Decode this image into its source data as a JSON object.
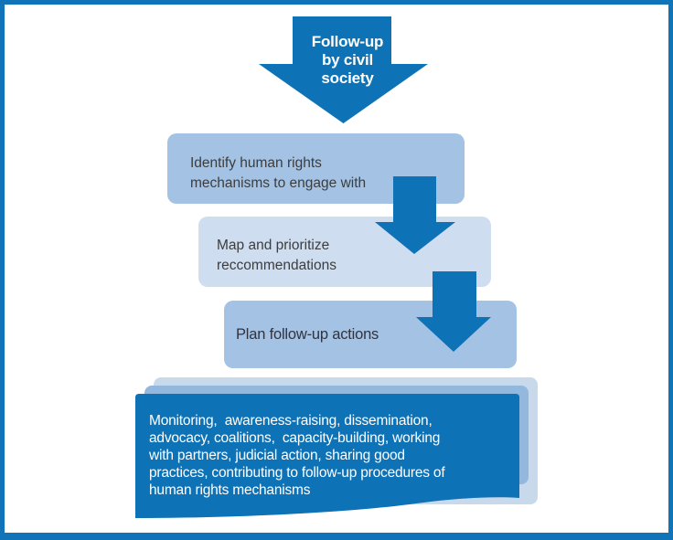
{
  "colors": {
    "frame_border": "#1173b8",
    "dark_blue": "#0e72b6",
    "medium_blue": "#a3c2e4",
    "pale_blue": "#cfddf1",
    "stack_back_blue": "#c9d9ec",
    "stack_middle_blue": "#92b8de",
    "box_text": "#3d3d3d",
    "arrow_text": "#ffffff"
  },
  "flow": {
    "start_arrow": {
      "lines": [
        "Follow-up",
        "by civil",
        "society"
      ]
    },
    "steps": [
      {
        "lines": [
          "Identify human rights",
          "mechanisms to engage with"
        ]
      },
      {
        "lines": [
          "Map and prioritize",
          "reccommendations"
        ]
      },
      {
        "lines": [
          "Plan follow-up actions"
        ]
      }
    ],
    "activities": {
      "lines": [
        "Monitoring,  awareness-raising, dissemination,",
        "advocacy, coalitions,  capacity-building, working",
        "with partners, judicial action, sharing good",
        "practices, contributing to follow-up procedures of",
        "human rights mechanisms"
      ]
    }
  }
}
